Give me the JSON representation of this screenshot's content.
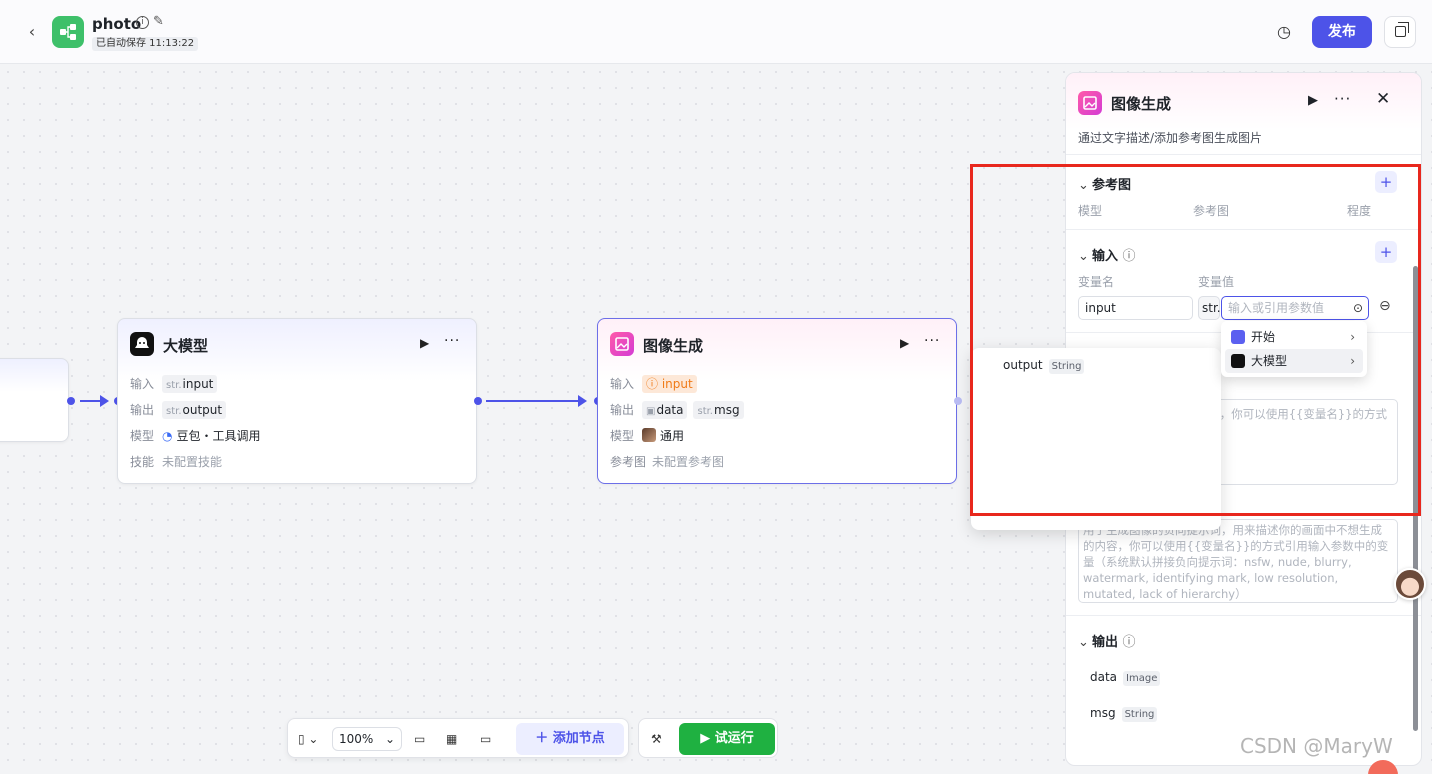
{
  "header": {
    "title": "photo",
    "autosave": "已自动保存 11:13:22",
    "publish_label": "发布"
  },
  "nodes": {
    "llm": {
      "title": "大模型",
      "input_label": "输入",
      "input_type": "str.",
      "input_value": "input",
      "output_label": "输出",
      "output_type": "str.",
      "output_value": "output",
      "model_label": "模型",
      "model_value": "豆包・工具调用",
      "skill_label": "技能",
      "skill_value": "未配置技能"
    },
    "image": {
      "title": "图像生成",
      "input_label": "输入",
      "input_value": "input",
      "output_label": "输出",
      "output_1": "data",
      "output_2_type": "str.",
      "output_2": "msg",
      "model_label": "模型",
      "model_value": "通用",
      "ref_label": "参考图",
      "ref_value": "未配置参考图"
    }
  },
  "toolbar": {
    "zoom": "100%",
    "add_node": "添加节点",
    "run": "试运行"
  },
  "panel": {
    "title": "图像生成",
    "description": "通过文字描述/添加参考图生成图片",
    "ref_section": "参考图",
    "ref_cols": [
      "模型",
      "参考图",
      "程度"
    ],
    "input_section": "输入",
    "var_name_hdr": "变量名",
    "var_value_hdr": "变量值",
    "var_name": "input",
    "var_type": "str.",
    "var_value_placeholder": "输入或引用参数值",
    "prompt_hint_tail": "词，你可以使用{{变量名}}的方式",
    "negative_prompt": "用于生成图像的负向提示词，用来描述你的画面中不想生成的内容，你可以使用{{变量名}}的方式引用输入参数中的变量（系统默认拼接负向提示词：nsfw, nude, blurry, watermark, identifying mark, low resolution, mutated, lack of hierarchy）",
    "output_section": "输出",
    "outputs": [
      {
        "name": "data",
        "type": "Image"
      },
      {
        "name": "msg",
        "type": "String"
      }
    ]
  },
  "popup": {
    "var_name": "output",
    "var_type": "String",
    "sources": [
      "开始",
      "大模型"
    ]
  },
  "watermark": "CSDN @MaryW",
  "colors": {
    "accent": "#4d53e8",
    "run_green": "#1fb141",
    "highlight_red": "#e8271d",
    "warn_orange": "#f07b18"
  }
}
